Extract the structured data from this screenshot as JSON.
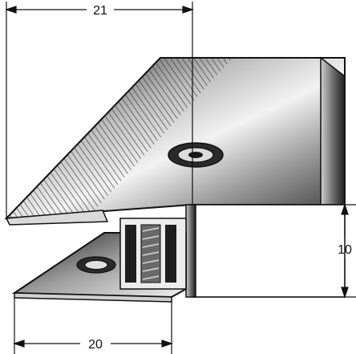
{
  "dimensions": {
    "top_width": "21",
    "bottom_width": "20",
    "height": "10"
  },
  "colors": {
    "line": "#111111",
    "metal_dark": "#1a1a1a",
    "metal_mid": "#7a7a7a",
    "metal_light": "#e6e6e6",
    "background": "#ffffff"
  }
}
